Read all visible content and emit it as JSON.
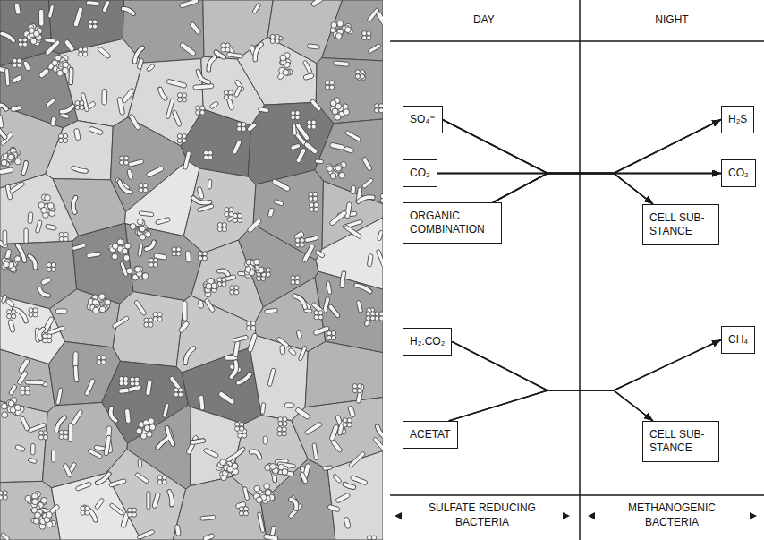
{
  "diagram": {
    "nodes": [
      {
        "text": [
          "SO₄⁼"
        ]
      },
      {
        "text": [
          "CO₂"
        ]
      },
      {
        "text": [
          "ORGANIC COMBINATION"
        ]
      },
      {
        "text": [
          "H₂S"
        ]
      },
      {
        "text": [
          "CO₂"
        ]
      },
      {
        "text": [
          "CELL SUB- STANCE"
        ]
      },
      {
        "text": [
          "H₂:CO₂"
        ]
      },
      {
        "text": [
          "ACETAT"
        ]
      },
      {
        "text": [
          "CH₄"
        ]
      },
      {
        "text": [
          "CELL SUB- STANCE"
        ]
      }
    ],
    "edges": [
      {
        "from": 0,
        "to": 3,
        "arrow": "to"
      },
      {
        "from": 0,
        "to": 4,
        "arrow": "to"
      },
      {
        "from": 0,
        "to": 5,
        "arrow": "to"
      },
      {
        "from": 1,
        "to": 3,
        "arrow": "to"
      },
      {
        "from": 1,
        "to": 4,
        "arrow": "to"
      },
      {
        "from": 1,
        "to": 5,
        "arrow": "to"
      },
      {
        "from": 2,
        "to": 3,
        "arrow": "to"
      },
      {
        "from": 2,
        "to": 4,
        "arrow": "to"
      },
      {
        "from": 2,
        "to": 5,
        "arrow": "to"
      },
      {
        "from": 6,
        "to": 8,
        "arrow": "to"
      },
      {
        "from": 6,
        "to": 9,
        "arrow": "to"
      },
      {
        "from": 7,
        "to": 8,
        "arrow": "to"
      },
      {
        "from": 7,
        "to": 9,
        "arrow": "to"
      }
    ],
    "labels": [
      "DAY",
      "NIGHT",
      "SULFATE REDUCING BACTERIA",
      "METHANOGENIC BACTERIA"
    ]
  }
}
